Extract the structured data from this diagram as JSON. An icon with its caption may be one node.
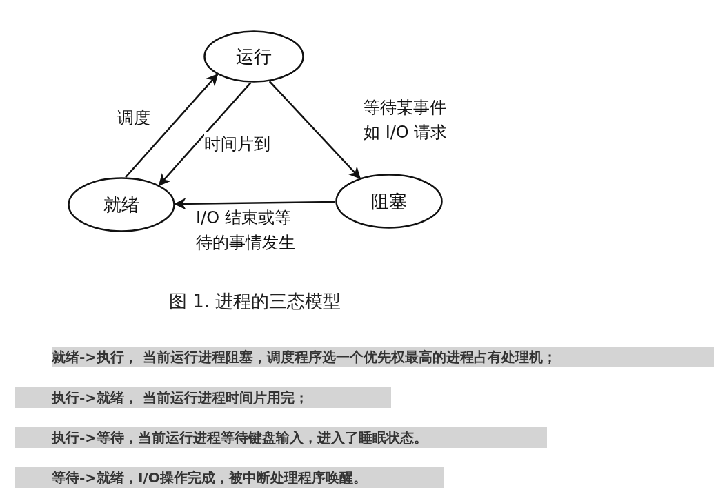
{
  "diagram": {
    "caption": "图 1. 进程的三态模型",
    "nodes": [
      {
        "text": [
          "运行"
        ]
      },
      {
        "text": [
          "就绪"
        ]
      },
      {
        "text": [
          "阻塞"
        ]
      }
    ],
    "edges": [
      {
        "from": 1,
        "to": 0,
        "arrow": "to",
        "label": "调度"
      },
      {
        "from": 0,
        "to": 1,
        "arrow": "to",
        "label": "时间片到"
      },
      {
        "from": 0,
        "to": 2,
        "arrow": "to",
        "label": "等待某事件如 I/O 请求"
      },
      {
        "from": 2,
        "to": 1,
        "arrow": "to",
        "label": "I/O 结束或等待的事情发生"
      }
    ],
    "labels": [
      "就绪->执行， 当前运行进程阻塞，调度程序选一个优先权最高的进程占有处理机；",
      "执行->就绪， 当前运行进程时间片用完；",
      "执行->等待，当前运行进程等待键盘输入，进入了睡眠状态。",
      "等待->就绪，I/O操作完成，被中断处理程序唤醒。"
    ]
  }
}
